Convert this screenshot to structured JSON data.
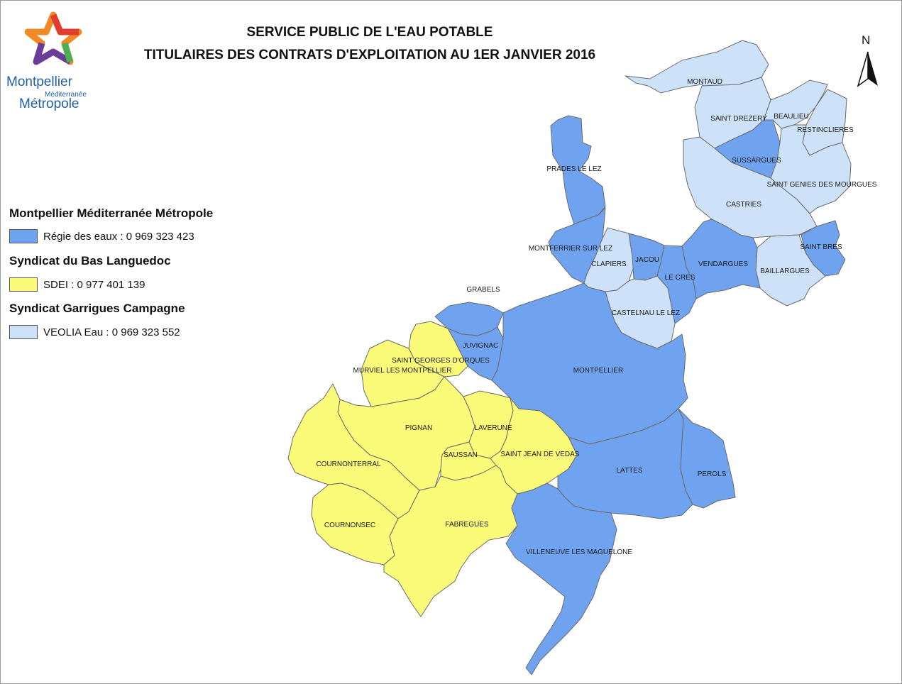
{
  "title": {
    "line1": "SERVICE PUBLIC DE L'EAU POTABLE",
    "line2": "TITULAIRES DES CONTRATS D'EXPLOITATION AU 1ER JANVIER 2016"
  },
  "logo": {
    "word1": "Montpellier",
    "word2": "Méditerranée",
    "word3": "Métropole",
    "icon": "star-logo-icon"
  },
  "north_arrow": {
    "label": "N",
    "icon": "north-arrow-icon"
  },
  "colors": {
    "regie": "#6fa3ef",
    "sdei": "#fbfb7a",
    "veolia": "#cde2f8",
    "border": "#6b6b6b"
  },
  "legend": {
    "groups": [
      {
        "title": "Montpellier Méditerranée Métropole",
        "entry": "Régie des eaux : 0 969 323 423",
        "operator": "regie"
      },
      {
        "title": "Syndicat du Bas Languedoc",
        "entry": "SDEI : 0 977 401 139",
        "operator": "sdei"
      },
      {
        "title": "Syndicat Garrigues Campagne",
        "entry": "VEOLIA Eau : 0 969 323 552",
        "operator": "veolia"
      }
    ]
  },
  "communes": [
    {
      "name": "MONTAUD",
      "operator": "veolia"
    },
    {
      "name": "SAINT DREZERY",
      "operator": "veolia"
    },
    {
      "name": "BEAULIEU",
      "operator": "veolia"
    },
    {
      "name": "RESTINCLIERES",
      "operator": "veolia"
    },
    {
      "name": "SUSSARGUES",
      "operator": "regie"
    },
    {
      "name": "SAINT GENIES DES MOURGUES",
      "operator": "veolia"
    },
    {
      "name": "CASTRIES",
      "operator": "veolia"
    },
    {
      "name": "SAINT BRES",
      "operator": "regie"
    },
    {
      "name": "BAILLARGUES",
      "operator": "veolia"
    },
    {
      "name": "VENDARGUES",
      "operator": "regie"
    },
    {
      "name": "PRADES LE LEZ",
      "operator": "regie"
    },
    {
      "name": "MONTFERRIER SUR LEZ",
      "operator": "regie"
    },
    {
      "name": "CLAPIERS",
      "operator": "veolia"
    },
    {
      "name": "JACOU",
      "operator": "regie"
    },
    {
      "name": "LE CRES",
      "operator": "regie"
    },
    {
      "name": "CASTELNAU LE LEZ",
      "operator": "veolia"
    },
    {
      "name": "GRABELS",
      "operator": "regie"
    },
    {
      "name": "JUVIGNAC",
      "operator": "regie"
    },
    {
      "name": "SAINT GEORGES D'ORQUES",
      "operator": "sdei"
    },
    {
      "name": "MURVIEL LES MONTPELLIER",
      "operator": "sdei"
    },
    {
      "name": "MONTPELLIER",
      "operator": "regie"
    },
    {
      "name": "PIGNAN",
      "operator": "sdei"
    },
    {
      "name": "LAVERUNE",
      "operator": "sdei"
    },
    {
      "name": "SAUSSAN",
      "operator": "sdei"
    },
    {
      "name": "SAINT JEAN DE VEDAS",
      "operator": "sdei"
    },
    {
      "name": "COURNONTERRAL",
      "operator": "sdei"
    },
    {
      "name": "LATTES",
      "operator": "regie"
    },
    {
      "name": "PEROLS",
      "operator": "regie"
    },
    {
      "name": "COURNONSEC",
      "operator": "sdei"
    },
    {
      "name": "FABREGUES",
      "operator": "sdei"
    },
    {
      "name": "VILLENEUVE LES MAGUELONE",
      "operator": "regie"
    }
  ]
}
